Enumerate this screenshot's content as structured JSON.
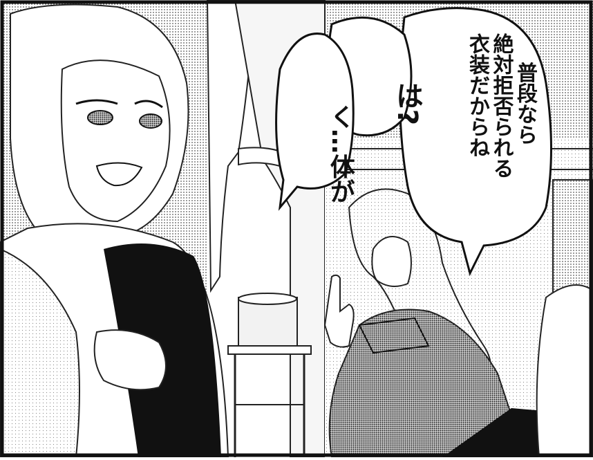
{
  "panel": {
    "bubbles": [
      {
        "lines": [
          "普段なら",
          "絶対拒否られる",
          "衣装だからね"
        ]
      },
      {
        "lines": [
          "は?"
        ]
      },
      {
        "lines": [
          "く…体が"
        ]
      }
    ]
  }
}
